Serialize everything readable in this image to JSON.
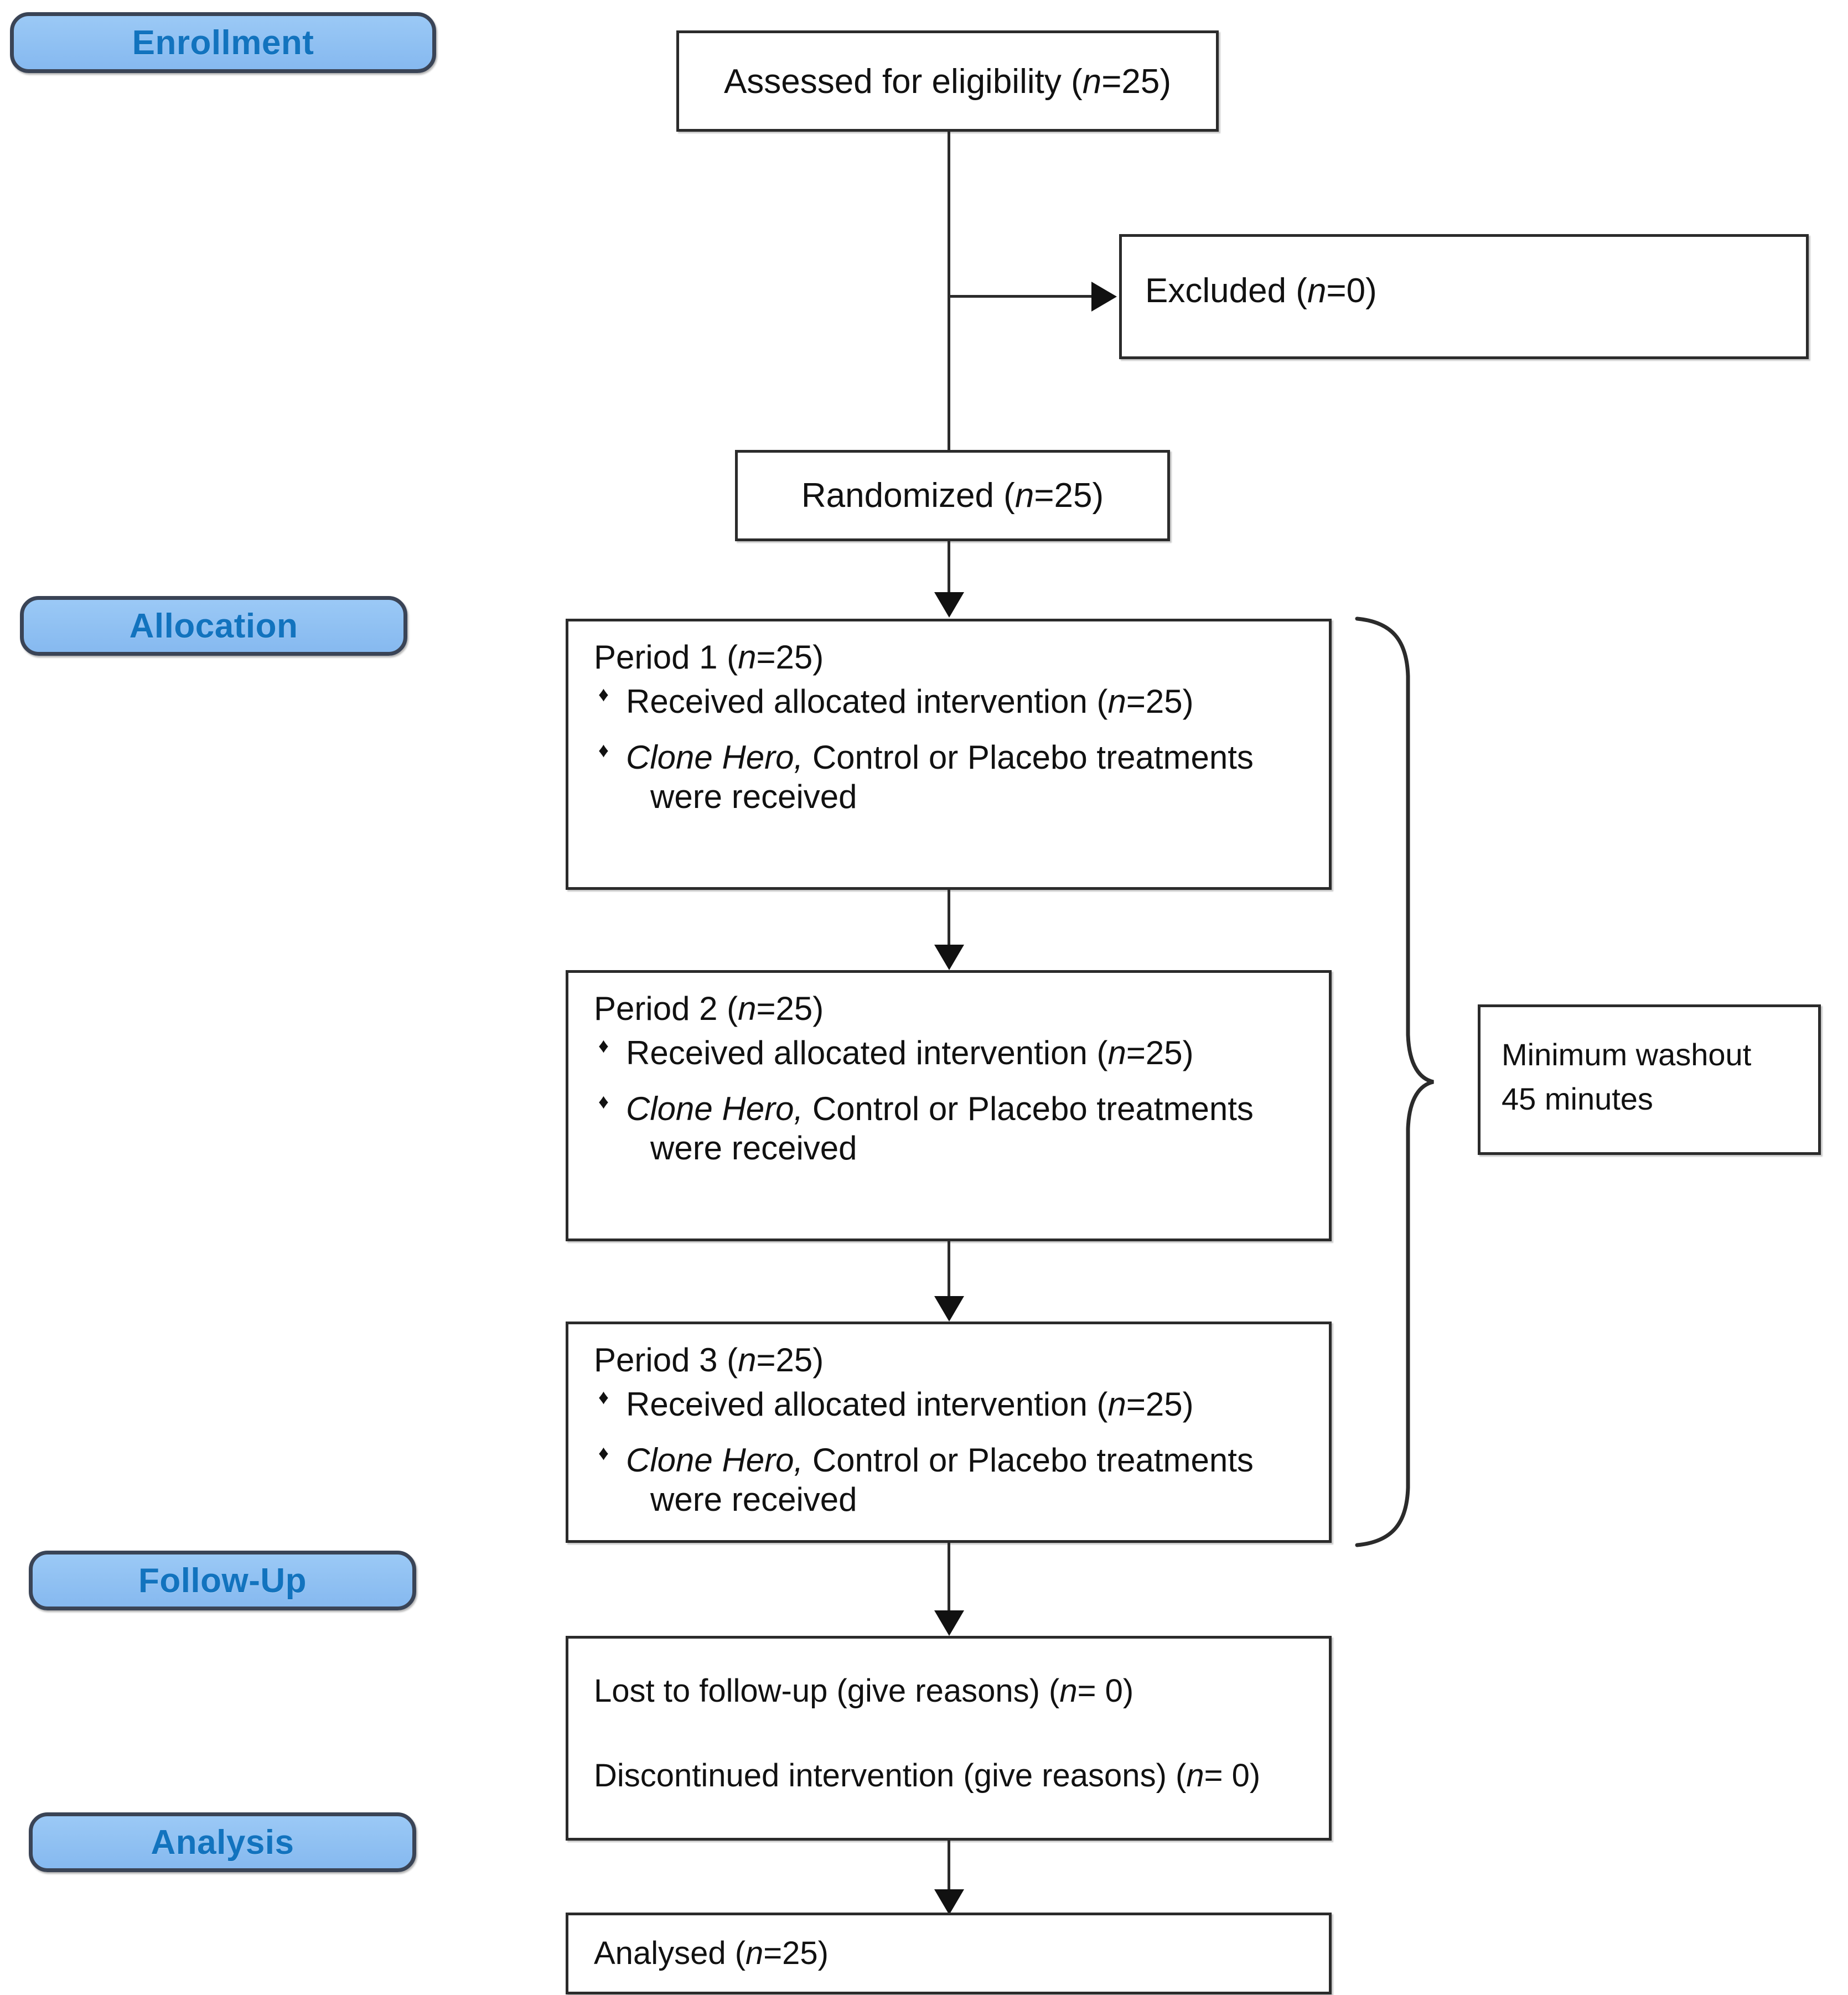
{
  "diagram": {
    "title": "CONSORT participant flow diagram",
    "accent_blue": "#8FC0F2",
    "badge_text_color": "#1273BE",
    "line_color": "#2B2B2B"
  },
  "stages": [
    {
      "id": "enrollment",
      "label": "Enrollment"
    },
    {
      "id": "allocation",
      "label": "Allocation"
    },
    {
      "id": "followup",
      "label": "Follow-Up"
    },
    {
      "id": "analysis",
      "label": "Analysis"
    }
  ],
  "boxes": {
    "assessed": {
      "text_plain": "Assessed for eligibility (n=25)",
      "prefix": "Assessed for eligibility (",
      "italic": "n",
      "suffix": "=25)"
    },
    "excluded": {
      "text_plain": "Excluded (n=0)",
      "prefix": "Excluded (",
      "italic": "n",
      "suffix": "=0)"
    },
    "randomized": {
      "text_plain": "Randomized (n=25)",
      "prefix": "Randomized (",
      "italic": "n",
      "suffix": "=25)"
    },
    "period1": {
      "title_prefix": "Period 1 (",
      "title_italic": "n",
      "title_suffix": "=25)",
      "title_plain": "Period 1 (n=25)",
      "bullets": [
        {
          "glyph": "♦",
          "prefix": "Received allocated intervention (",
          "italic": "n",
          "suffix": "=25)",
          "text_plain": "Received allocated intervention (n=25)"
        },
        {
          "glyph": "♦",
          "italic_lead": "Clone Hero,",
          "rest": " Control or Placebo treatments",
          "continuation": "were received",
          "text_plain": "Clone Hero, Control or Placebo treatments were received"
        }
      ]
    },
    "period2": {
      "title_prefix": "Period 2 (",
      "title_italic": "n",
      "title_suffix": "=25)",
      "title_plain": "Period 2 (n=25)",
      "bullets": [
        {
          "glyph": "♦",
          "prefix": "Received allocated intervention (",
          "italic": "n",
          "suffix": "=25)",
          "text_plain": "Received allocated intervention (n=25)"
        },
        {
          "glyph": "♦",
          "italic_lead": "Clone Hero,",
          "rest": " Control or Placebo treatments",
          "continuation": "were received",
          "text_plain": "Clone Hero, Control or Placebo treatments were received"
        }
      ]
    },
    "period3": {
      "title_prefix": "Period 3 (",
      "title_italic": "n",
      "title_suffix": "=25)",
      "title_plain": "Period 3 (n=25)",
      "bullets": [
        {
          "glyph": "♦",
          "prefix": "Received allocated intervention (",
          "italic": "n",
          "suffix": "=25)",
          "text_plain": "Received allocated intervention (n=25)"
        },
        {
          "glyph": "♦",
          "italic_lead": "Clone Hero,",
          "rest": " Control or Placebo treatments",
          "continuation": "were received",
          "text_plain": "Clone Hero, Control or Placebo treatments were received"
        }
      ]
    },
    "washout": {
      "line1": "Minimum washout",
      "line2": "45 minutes",
      "text_plain": "Minimum washout 45 minutes"
    },
    "followup": {
      "line1_prefix": "Lost to follow-up (give reasons) (",
      "line1_italic": "n",
      "line1_suffix": "= 0)",
      "line1_plain": "Lost to follow-up (give reasons) (n= 0)",
      "line2_prefix": "Discontinued intervention (give reasons) (",
      "line2_italic": "n",
      "line2_suffix": "= 0)",
      "line2_plain": "Discontinued intervention (give reasons) (n= 0)"
    },
    "analysed": {
      "text_plain": "Analysed (n=25)",
      "prefix": "Analysed (",
      "italic": "n",
      "suffix": "=25)"
    }
  }
}
